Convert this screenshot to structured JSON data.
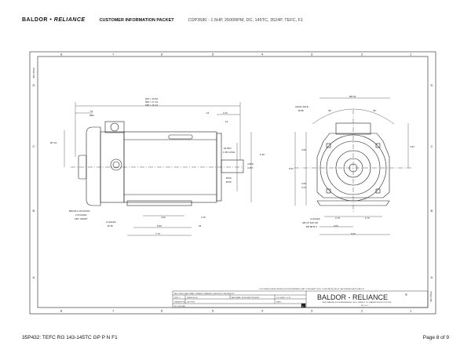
{
  "header": {
    "brand": "BALDOR",
    "brand_sep": " • ",
    "brand2": "RELIANCE",
    "packet": "CUSTOMER INFORMATION PACKET",
    "model": "CDP3580 - 1.5HP, 2500RPM, DC, 145TC, 3524P, TEFC, F1"
  },
  "frame": {
    "columns": [
      "8",
      "7",
      "6",
      "5",
      "4",
      "3",
      "2",
      "1"
    ],
    "rows": [
      "D",
      "C",
      "B",
      "A"
    ],
    "drawing_no": "35LYP432"
  },
  "side_view": {
    "overall": [
      "534 = 15.36",
      "556 = 17.14",
      "548 = 16.14"
    ],
    "top_left": [
      ".79",
      "REF"
    ],
    "dia_left": "Ø7.19",
    "shaft_dims": [
      ".13",
      "2.13",
      ".13"
    ],
    "key": [
      ".19 KEY",
      "1.38 LONG"
    ],
    "pilot": [
      "4.500",
      "4.497"
    ],
    "shaft_dia": [
      ".8750",
      ".8745"
    ],
    "height": "6.49",
    "brush": [
      "BRUSH LOCATION",
      "2 PLACES",
      "180° APART"
    ],
    "holes": [
      "4 HOLES",
      "Ø.38"
    ],
    "base": [
      "4.00",
      "3.76",
      "5.50",
      ".33",
      "7.74"
    ]
  },
  "end_view": {
    "dia": "Ø6.43",
    "lead_hole": [
      "LEAD HOLE",
      "Ø.88"
    ],
    "angles": [
      "45°",
      "45°"
    ],
    "heights": [
      "3.26",
      "6.51",
      "3.50",
      "3.44",
      "4.34"
    ],
    "taps": [
      "4 HOLES",
      "3/8-16 TAP ON",
      "Ø5.88 B.C."
    ],
    "base": [
      "2.75",
      "2.75",
      "3.03",
      "6.00"
    ]
  },
  "title_block": {
    "note": "CUSTOMER IS RESPONSIBLE FOR DETERMINING THAT CONFORMITY WILL CONFORM IN USE IN THE INTENDED APPLICATION",
    "rev_desc": "REV: 0098 | LEAD DRAW | CREATED DRAWING | REVISION - PACKAGE/TS",
    "size": "SIZE: Y",
    "version": "VERSION: 99",
    "ec": "ARS EMAIL: ECWS-MECTMJJ0202",
    "tol": "TOL: ANGL: ±.176",
    "drawing_no": "DRAWING NO.: 35LYP432",
    "date": "DATE: --",
    "made_in": "BY: LOB USA",
    "brand": "BALDOR - RELIANCE",
    "reg": "®",
    "sub": "THIS DRAWING IS FOR REFERENCE ONLY. SUBJECT TO CHANGE WITHOUT NOTICE",
    "sheet": "SH 1 of 1",
    "flag": "B"
  },
  "footer": {
    "left": "35P432: TEFC RG 143-145TC GP P N F1",
    "right": "Page 8 of 9"
  }
}
